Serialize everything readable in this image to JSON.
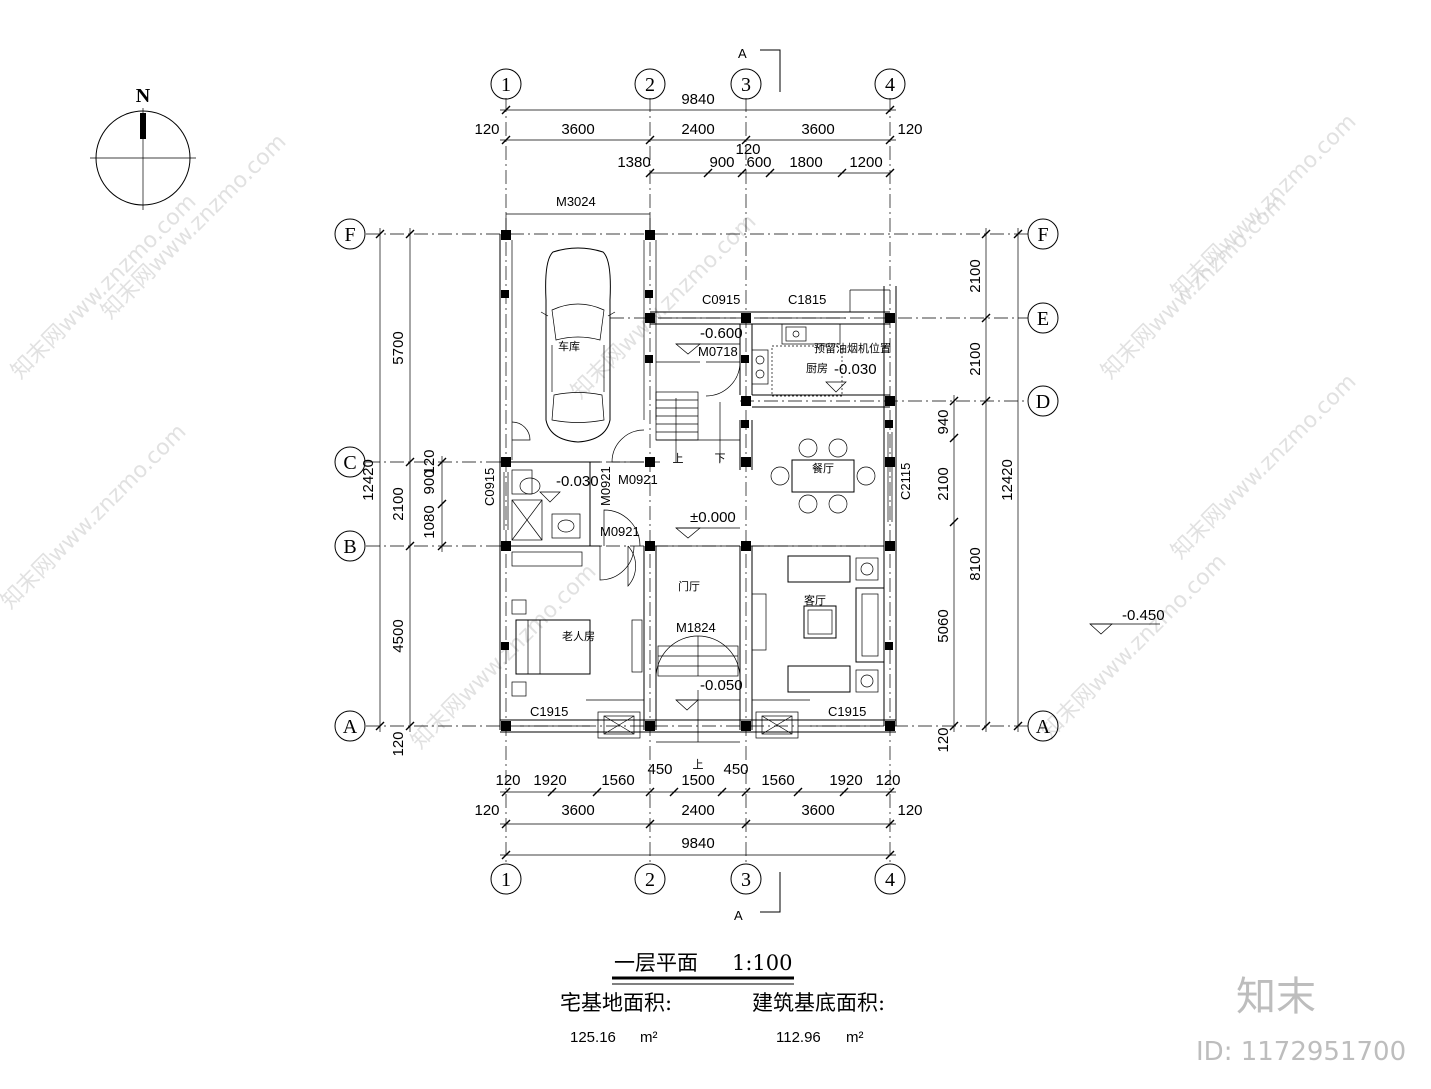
{
  "title": "一层平面",
  "scale": "1:100",
  "north_mark": "N",
  "section_mark": "A",
  "site_area_label": "宅基地面积:",
  "site_area_value": "125.16",
  "building_area_label": "建筑基底面积:",
  "building_area_value": "112.96",
  "area_unit": "m²",
  "axes_vertical": [
    "1",
    "2",
    "3",
    "4"
  ],
  "axes_horizontal": [
    "F",
    "E",
    "D",
    "C",
    "B",
    "A"
  ],
  "top_dims": {
    "total": "9840",
    "row1": [
      "120",
      "3600",
      "2400",
      "3600",
      "120"
    ],
    "row2": [
      "1380",
      "900",
      "600",
      "1800",
      "1200"
    ],
    "extra": "120"
  },
  "bottom_dims": {
    "row1": [
      "120",
      "1920",
      "1560",
      "450",
      "1500",
      "450",
      "1560",
      "1920",
      "120"
    ],
    "row2": [
      "120",
      "3600",
      "2400",
      "3600",
      "120"
    ],
    "total": "9840"
  },
  "left_dims": {
    "outer": [
      "5700",
      "2100",
      "4500",
      "120"
    ],
    "inner": "12420",
    "sub": [
      "1080",
      "900",
      "120"
    ]
  },
  "right_dims": {
    "outer": [
      "2100",
      "2100",
      "8100"
    ],
    "inner": [
      "940",
      "2100",
      "5060",
      "120"
    ],
    "total": "12420"
  },
  "rooms": {
    "garage": "车库",
    "kitchen": "厨房",
    "dining": "餐厅",
    "living": "客厅",
    "foyer": "门厅",
    "elder_room": "老人房",
    "hood_note": "预留油烟机位置"
  },
  "doors_windows": {
    "m3024": "M3024",
    "c0915_top": "C0915",
    "c1815": "C1815",
    "m0718": "M0718",
    "m0921_a": "M0921",
    "m0921_b": "M0921",
    "m0921_c": "M0921",
    "c0915_left": "C0915",
    "c2115": "C2115",
    "m1824": "M1824",
    "c1915_left": "C1915",
    "c1915_right": "C1915"
  },
  "levels": {
    "stair_landing": "-0.600",
    "kitchen": "-0.030",
    "bath": "-0.030",
    "main": "±0.000",
    "entry": "-0.050",
    "exterior": "-0.450"
  },
  "stair_labels": {
    "up": "上",
    "down": "下"
  },
  "watermark": "知末网www.znzmo.com",
  "logo": "知末",
  "id_label": "ID: 1172951700"
}
